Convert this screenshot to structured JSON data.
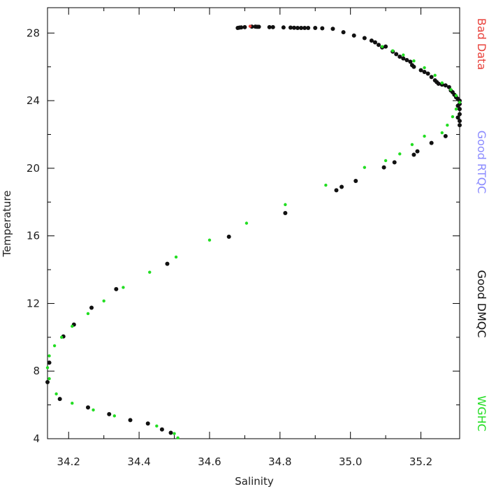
{
  "chart_data": {
    "type": "scatter",
    "xlabel": "Salinity",
    "ylabel": "Temperature",
    "xlim": [
      34.14,
      35.31
    ],
    "ylim": [
      4,
      29.5
    ],
    "x_ticks": [
      34.2,
      34.4,
      34.6,
      34.8,
      35.0,
      35.2
    ],
    "x_tick_labels": [
      "34.2",
      "34.4",
      "34.6",
      "34.8",
      "35.0",
      "35.2"
    ],
    "y_ticks": [
      4,
      8,
      12,
      16,
      20,
      24,
      28
    ],
    "y_tick_labels": [
      "4",
      "8",
      "12",
      "16",
      "20",
      "24",
      "28"
    ],
    "grid": false,
    "legend_position": "right (vertical text)",
    "legend": [
      {
        "label": "Bad Data",
        "color": "#e8403a"
      },
      {
        "label": "Good RTQC",
        "color": "#8a8aff"
      },
      {
        "label": "Good DMQC",
        "color": "#111111"
      },
      {
        "label": "WGHC",
        "color": "#22dd22"
      }
    ],
    "series": [
      {
        "color": "#111111",
        "marker_size": 3,
        "points": [
          [
            34.68,
            28.3
          ],
          [
            34.685,
            28.32
          ],
          [
            34.69,
            28.33
          ],
          [
            34.7,
            28.35
          ],
          [
            34.72,
            28.38
          ],
          [
            34.73,
            28.38
          ],
          [
            34.735,
            28.37
          ],
          [
            34.74,
            28.37
          ],
          [
            34.77,
            28.35
          ],
          [
            34.78,
            28.35
          ],
          [
            34.81,
            28.33
          ],
          [
            34.83,
            28.32
          ],
          [
            34.84,
            28.31
          ],
          [
            34.85,
            28.3
          ],
          [
            34.86,
            28.3
          ],
          [
            34.87,
            28.3
          ],
          [
            34.88,
            28.3
          ],
          [
            34.9,
            28.3
          ],
          [
            34.92,
            28.28
          ],
          [
            34.95,
            28.25
          ],
          [
            34.98,
            28.05
          ],
          [
            35.01,
            27.85
          ],
          [
            35.04,
            27.7
          ],
          [
            35.06,
            27.55
          ],
          [
            35.07,
            27.45
          ],
          [
            35.08,
            27.3
          ],
          [
            35.09,
            27.15
          ],
          [
            35.1,
            27.2
          ],
          [
            35.12,
            26.9
          ],
          [
            35.13,
            26.75
          ],
          [
            35.14,
            26.6
          ],
          [
            35.15,
            26.5
          ],
          [
            35.16,
            26.4
          ],
          [
            35.17,
            26.3
          ],
          [
            35.175,
            26.1
          ],
          [
            35.18,
            26.0
          ],
          [
            35.2,
            25.8
          ],
          [
            35.21,
            25.7
          ],
          [
            35.22,
            25.6
          ],
          [
            35.23,
            25.4
          ],
          [
            35.24,
            25.2
          ],
          [
            35.245,
            25.1
          ],
          [
            35.25,
            25.0
          ],
          [
            35.26,
            24.95
          ],
          [
            35.27,
            24.9
          ],
          [
            35.28,
            24.8
          ],
          [
            35.285,
            24.6
          ],
          [
            35.29,
            24.5
          ],
          [
            35.295,
            24.35
          ],
          [
            35.3,
            24.2
          ],
          [
            35.305,
            24.1
          ],
          [
            35.31,
            24.0
          ],
          [
            35.31,
            23.8
          ],
          [
            35.305,
            23.7
          ],
          [
            35.31,
            23.5
          ],
          [
            35.31,
            23.2
          ],
          [
            35.305,
            23.0
          ],
          [
            35.31,
            22.8
          ],
          [
            35.31,
            22.55
          ],
          [
            35.27,
            21.9
          ],
          [
            35.23,
            21.5
          ],
          [
            35.19,
            21.0
          ],
          [
            35.18,
            20.8
          ],
          [
            35.125,
            20.35
          ],
          [
            35.095,
            20.05
          ],
          [
            35.015,
            19.25
          ],
          [
            34.975,
            18.9
          ],
          [
            34.96,
            18.7
          ],
          [
            34.815,
            17.35
          ],
          [
            34.655,
            15.95
          ],
          [
            34.48,
            14.35
          ],
          [
            34.335,
            12.85
          ],
          [
            34.265,
            11.75
          ],
          [
            34.215,
            10.75
          ],
          [
            34.185,
            10.05
          ],
          [
            34.145,
            8.5
          ],
          [
            34.14,
            7.35
          ],
          [
            34.175,
            6.35
          ],
          [
            34.255,
            5.85
          ],
          [
            34.315,
            5.45
          ],
          [
            34.375,
            5.1
          ],
          [
            34.425,
            4.9
          ],
          [
            34.465,
            4.55
          ],
          [
            34.49,
            4.35
          ]
        ]
      },
      {
        "color": "#22dd22",
        "marker_size": 2.2,
        "points": [
          [
            35.09,
            27.2
          ],
          [
            35.12,
            26.95
          ],
          [
            35.15,
            26.7
          ],
          [
            35.18,
            26.35
          ],
          [
            35.21,
            25.95
          ],
          [
            35.24,
            25.5
          ],
          [
            35.26,
            25.05
          ],
          [
            35.285,
            24.65
          ],
          [
            35.3,
            24.3
          ],
          [
            35.31,
            23.9
          ],
          [
            35.3,
            23.5
          ],
          [
            35.29,
            23.05
          ],
          [
            35.275,
            22.55
          ],
          [
            35.26,
            22.1
          ],
          [
            35.21,
            21.9
          ],
          [
            35.175,
            21.4
          ],
          [
            35.14,
            20.85
          ],
          [
            35.1,
            20.45
          ],
          [
            35.04,
            20.05
          ],
          [
            34.93,
            19.0
          ],
          [
            34.815,
            17.85
          ],
          [
            34.705,
            16.75
          ],
          [
            34.6,
            15.75
          ],
          [
            34.505,
            14.75
          ],
          [
            34.43,
            13.85
          ],
          [
            34.355,
            12.95
          ],
          [
            34.3,
            12.15
          ],
          [
            34.255,
            11.4
          ],
          [
            34.21,
            10.65
          ],
          [
            34.18,
            10.0
          ],
          [
            34.16,
            9.5
          ],
          [
            34.145,
            8.9
          ],
          [
            34.14,
            8.2
          ],
          [
            34.145,
            7.55
          ],
          [
            34.165,
            6.65
          ],
          [
            34.21,
            6.1
          ],
          [
            34.27,
            5.7
          ],
          [
            34.33,
            5.35
          ],
          [
            34.45,
            4.75
          ],
          [
            34.5,
            4.3
          ],
          [
            34.51,
            4.05
          ]
        ]
      },
      {
        "color": "#e8403a",
        "marker_size": 2.2,
        "points": [
          [
            34.715,
            28.4
          ]
        ]
      }
    ]
  }
}
